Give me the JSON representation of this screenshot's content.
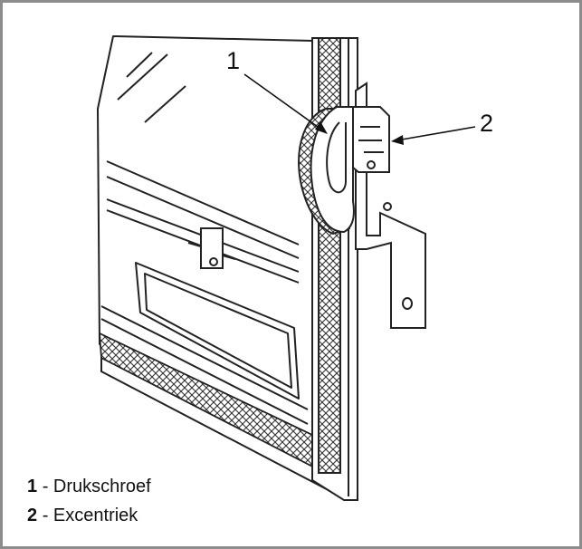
{
  "callouts": [
    {
      "num": "1",
      "label": "Drukschroef"
    },
    {
      "num": "2",
      "label": "Excentriek"
    }
  ],
  "legend_separator": "-",
  "colors": {
    "line": "#222222",
    "frame": "#8c8c8c",
    "background": "#ffffff"
  }
}
